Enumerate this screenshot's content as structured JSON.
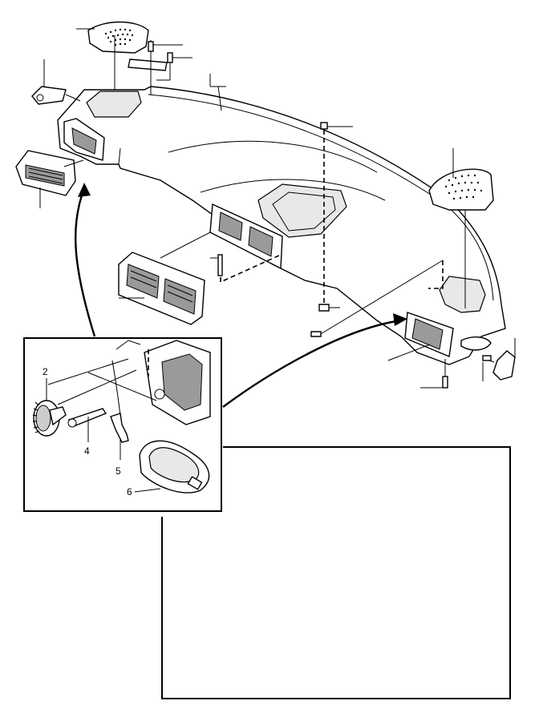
{
  "callouts": [
    {
      "id": "2",
      "label": "2"
    },
    {
      "id": "4",
      "label": "4"
    },
    {
      "id": "5",
      "label": "5"
    },
    {
      "id": "6",
      "label": "6"
    }
  ],
  "colors": {
    "line": "#000000",
    "background": "#ffffff",
    "fill": "#e8e8e8"
  }
}
